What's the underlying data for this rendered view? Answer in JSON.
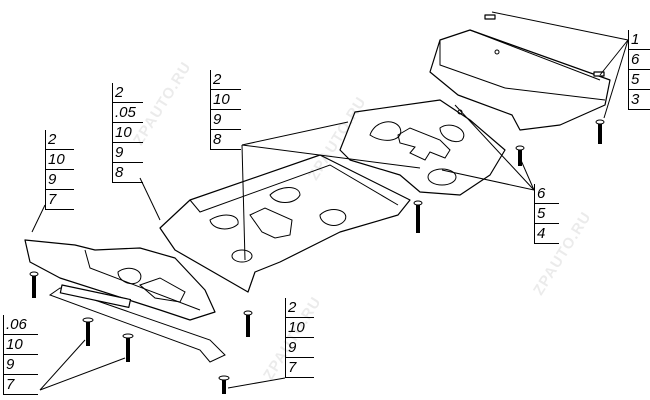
{
  "callouts": {
    "top_right": [
      "1",
      "6",
      "5",
      "3"
    ],
    "mid_right": [
      "6",
      "5",
      "4"
    ],
    "mid_center": [
      "2",
      "10",
      "9",
      "8"
    ],
    "upper_left": [
      "2",
      ".05",
      "10",
      "9",
      "8"
    ],
    "left": [
      "2",
      "10",
      "9",
      "7"
    ],
    "bottom_left": [
      ".06",
      "10",
      "9",
      "7"
    ],
    "bottom_center": [
      "2",
      "10",
      "9",
      "7"
    ]
  },
  "watermarks": [
    "ZPAUTO.RU",
    "ZPAUTO.RU",
    "ZPAUTO.RU",
    "ZPAUTO.RU"
  ]
}
